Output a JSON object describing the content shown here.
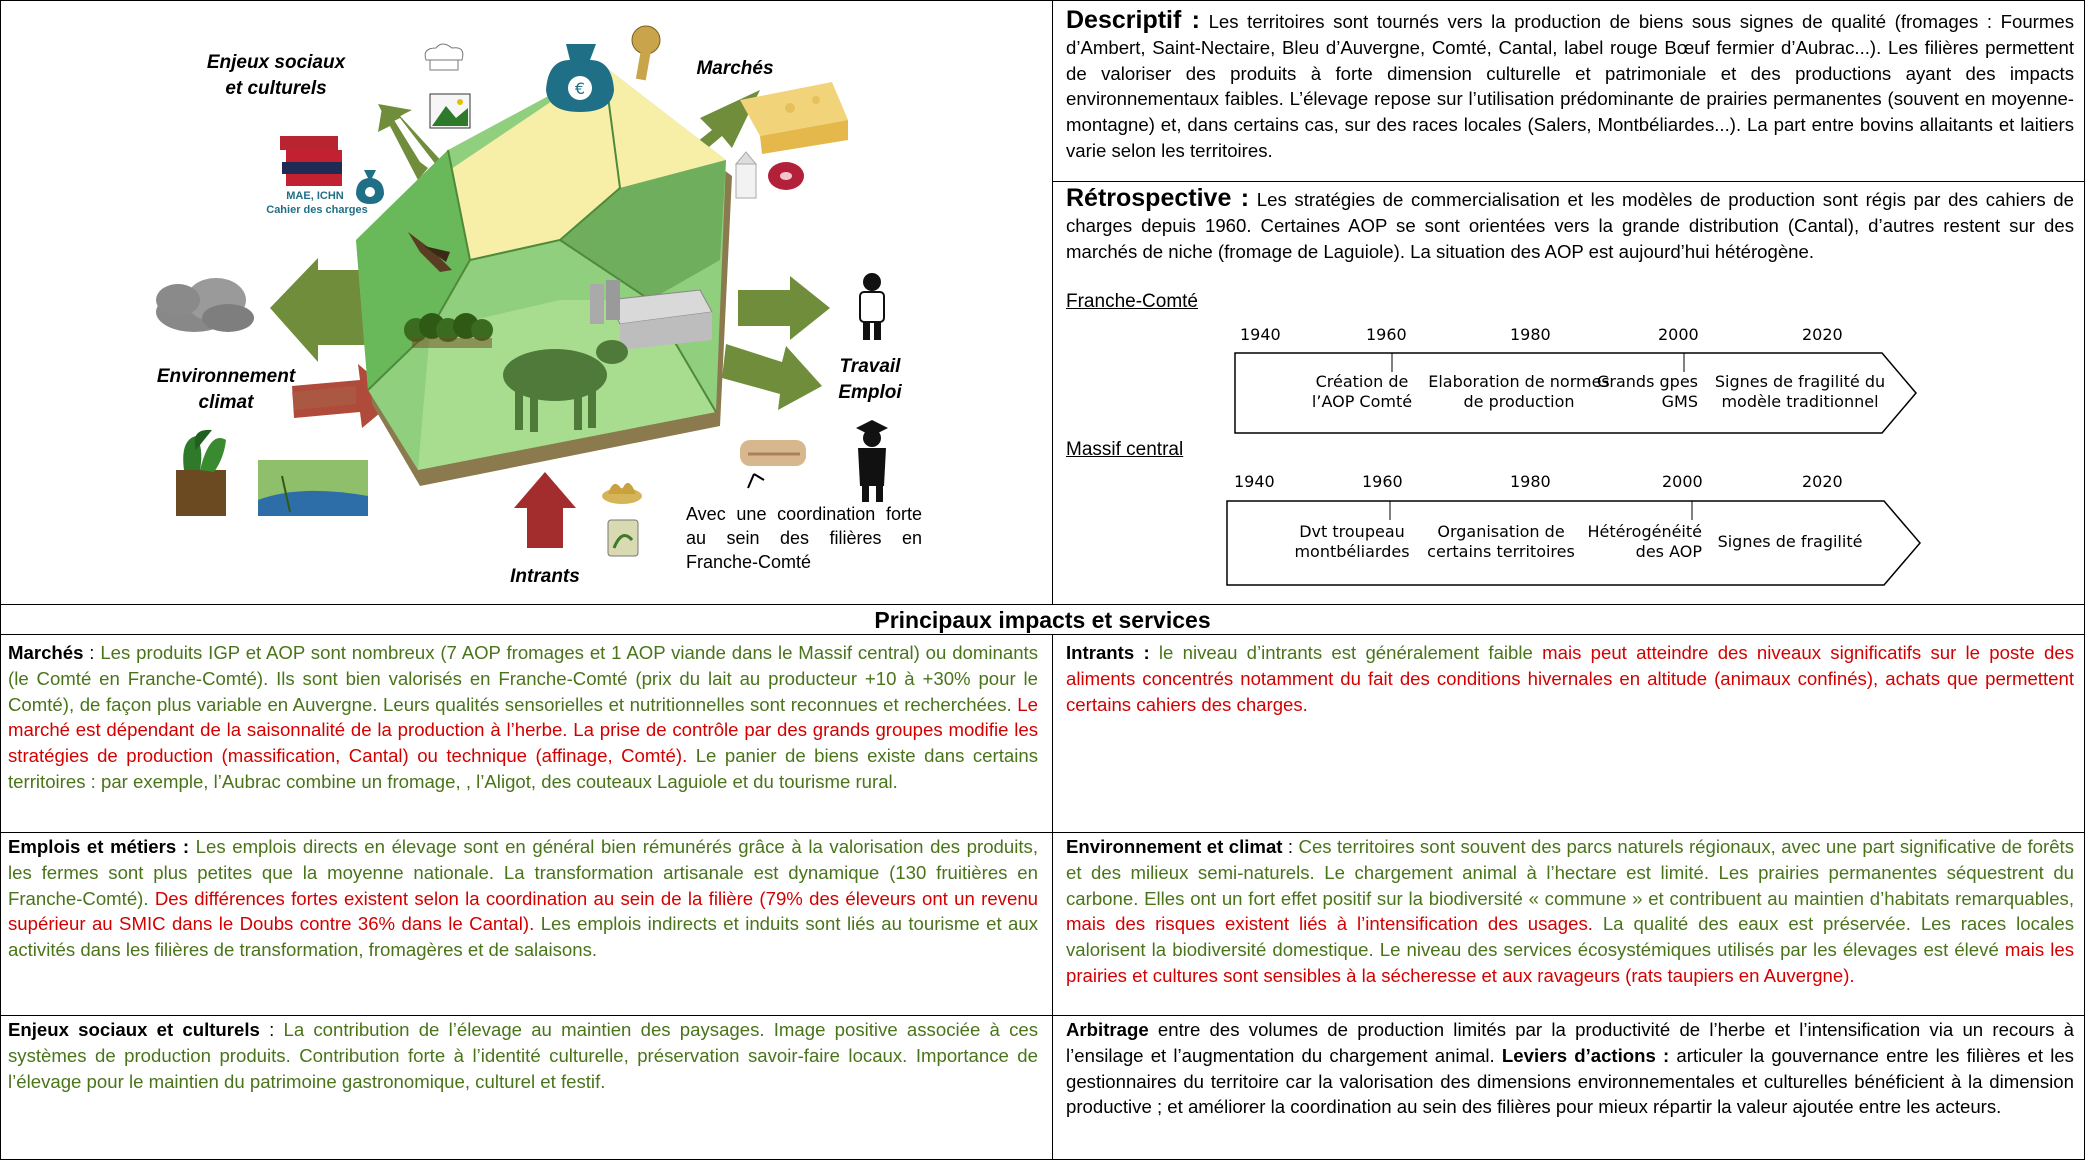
{
  "diagram": {
    "labels": {
      "enjeux": "Enjeux sociaux et culturels",
      "marches": "Marchés",
      "environnement": "Environnement climat",
      "travail": "Travail Emploi",
      "intrants": "Intrants",
      "mae": "MAE, ICHN",
      "cahier": "Cahier des charges",
      "coordination": "Avec une coordination forte au sein des filières en Franche-Comté"
    },
    "icons": [
      "chef-hat-icon",
      "landscape-icon",
      "money-bag-icon",
      "spoon-icon",
      "cheese-icon",
      "milk-carton-icon",
      "meat-icon",
      "books-icon",
      "small-money-bag-icon",
      "cloud-icon",
      "plant-icon",
      "water-icon",
      "worker-icon",
      "graduate-icon",
      "handshake-icon",
      "grain-icon",
      "feed-bag-icon",
      "eagle-icon",
      "cow-icon",
      "farm-building-icon",
      "trees-icon"
    ],
    "colors": {
      "arrow_green": "#6f8d3b",
      "arrow_red": "#a32c2c",
      "pentagon_green": "#8fcf7d",
      "pentagon_dark": "#4e8a3a",
      "pentagon_yellow": "#f7efa8"
    }
  },
  "descriptif": {
    "title": "Descriptif :",
    "text": "Les territoires sont tournés vers la production de biens sous signes de qualité (fromages : Fourmes d’Ambert, Saint-Nectaire, Bleu d’Auvergne, Comté, Cantal, label rouge Bœuf fermier d’Aubrac...). Les filières permettent de valoriser des produits à forte dimension culturelle et patrimoniale et des productions ayant des impacts environnementaux faibles. L’élevage repose sur l’utilisation prédominante de prairies permanentes (souvent en moyenne-montagne) et, dans certains cas, sur des races locales (Salers, Montbéliardes...). La part entre bovins allaitants et laitiers varie selon les territoires."
  },
  "retrospective": {
    "title": "Rétrospective :",
    "text": "Les stratégies de commercialisation et les modèles de production sont régis par des cahiers de charges depuis 1960. Certaines AOP se sont orientées vers la grande distribution (Cantal), d’autres restent sur des marchés de niche (fromage de Laguiole). La situation des AOP est aujourd’hui hétérogène."
  },
  "timelines": [
    {
      "region": "Franche-Comté",
      "years": [
        "1940",
        "1960",
        "1980",
        "2000",
        "2020"
      ],
      "events": [
        "Création de l’AOP Comté",
        "Elaboration de normes de production",
        "Grands gpes GMS",
        "Signes de fragilité du modèle traditionnel"
      ]
    },
    {
      "region": "Massif central",
      "years": [
        "1940",
        "1960",
        "1980",
        "2000",
        "2020"
      ],
      "events": [
        "Dvt troupeau montbéliardes",
        "Organisation de certains territoires",
        "Hétérogénéité des AOP",
        "Signes de fragilité"
      ]
    }
  ],
  "section_title": "Principaux impacts et services",
  "cells": {
    "marches": {
      "title": "Marchés",
      "sep": " : ",
      "green": "Les produits IGP et AOP sont nombreux (7 AOP fromages et 1 AOP viande dans le Massif central) ou dominants (le Comté en Franche-Comté). Ils sont bien valorisés en Franche-Comté (prix du lait au producteur +10 à +30% pour le Comté), de façon plus variable en Auvergne. Leurs qualités sensorielles et nutritionnelles sont reconnues et recherchées.",
      "red": " Le marché est dépendant de la saisonnalité de la production à l’herbe. La prise de contrôle par des grands groupes modifie les stratégies de production (massification, Cantal) ou technique (affinage, Comté).",
      "green2": " Le panier de biens existe dans certains territoires : par exemple, l’Aubrac combine un fromage, , l’Aligot, des couteaux Laguiole et du tourisme rural."
    },
    "intrants": {
      "title": "Intrants :",
      "green": " le niveau d’intrants est généralement faible",
      "red": " mais peut atteindre des niveaux significatifs sur le poste des aliments concentrés notamment du fait des conditions hivernales en altitude (animaux confinés), achats que permettent certains cahiers des charges."
    },
    "emplois": {
      "title": "Emplois et métiers :",
      "green": " Les emplois directs en élevage sont en général bien rémunérés grâce à la valorisation des produits, les fermes sont plus petites que la moyenne nationale. La transformation artisanale est dynamique (130 fruitières en Franche-Comté).",
      "red": " Des différences fortes existent selon la coordination au sein de la filière (79% des éleveurs ont un revenu supérieur au SMIC dans le Doubs contre 36% dans le Cantal).",
      "green2": " Les emplois indirects et induits sont liés au tourisme et aux activités dans les filières de transformation, fromagères et de salaisons."
    },
    "environnement": {
      "title": "Environnement et climat",
      "sep": " : ",
      "green": "Ces territoires sont souvent des parcs naturels régionaux, avec une part significative de forêts et des milieux semi-naturels. Le chargement animal à l’hectare est limité. Les prairies permanentes séquestrent du carbone. Elles ont un fort effet positif sur la biodiversité « commune » et contribuent au maintien d’habitats remarquables,",
      "red": " mais des risques existent liés à l’intensification des usages.",
      "green2": " La qualité des eaux est préservée. Les races locales valorisent la biodiversité domestique. Le niveau des services écosystémiques utilisés par les élevages est élevé",
      "red2": " mais les prairies et cultures sont sensibles à la sécheresse et aux ravageurs (rats taupiers en Auvergne)."
    },
    "enjeux": {
      "title": "Enjeux sociaux et culturels",
      "sep": " : ",
      "green": "La contribution de l’élevage au maintien des paysages. Image positive associée à ces systèmes de production produits. Contribution forte à l’identité culturelle, préservation savoir-faire locaux. Importance de l’élevage pour le maintien du patrimoine gastronomique, culturel et festif."
    },
    "arbitrage": {
      "title": "Arbitrage",
      "text1": " entre des volumes de production limités par la productivité de l’herbe et l’intensification via un recours à l’ensilage et l’augmentation du chargement animal.",
      "title2": " Leviers d’actions :",
      "text2": " articuler la gouvernance entre les filières et les gestionnaires du territoire car la valorisation des dimensions environnementales et culturelles bénéficient à la dimension productive ; et améliorer la coordination au sein des filières pour mieux répartir la valeur ajoutée entre les acteurs."
    }
  }
}
